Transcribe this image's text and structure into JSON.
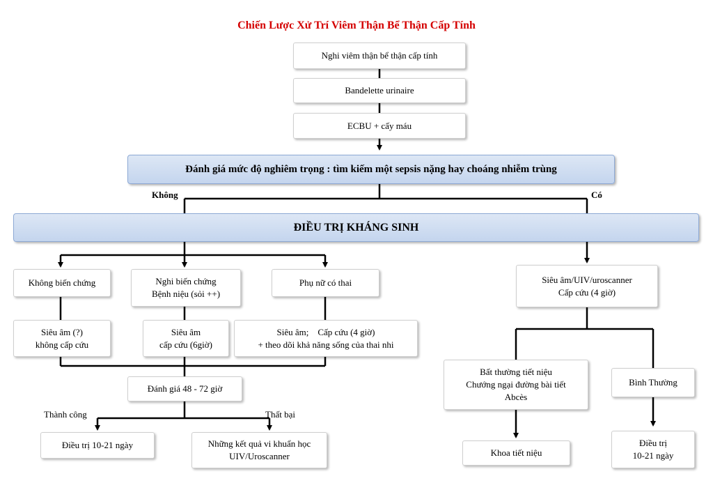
{
  "title": "Chiến Lược Xử Trí Viêm Thận Bể Thận Cấp Tính",
  "steps": {
    "suspect": "Nghi viêm thận bể thận cấp tính",
    "dipstick": "Bandelette urinaire",
    "ecbu": "ECBU + cấy máu"
  },
  "assessment": "Đánh giá mức độ nghiêm trọng : tìm kiếm một sepsis nặng hay choáng nhiễm trùng",
  "branch_no": "Không",
  "branch_yes": "Có",
  "antibiotic": "ĐIỀU TRỊ KHÁNG SINH",
  "left": {
    "no_complication": "Không biến chứng",
    "suspect_complication": [
      "Nghi biến chứng",
      "Bệnh niệu (sỏi ++)"
    ],
    "pregnant": "Phụ nữ có thai",
    "us_nonurgent": [
      "Siêu âm (?)",
      "không cấp cứu"
    ],
    "us_urgent": [
      "Siêu âm",
      "cấp cứu (6giờ)"
    ],
    "us_pregnant": [
      "Siêu âm;    Cấp cứu (4 giờ)",
      "+ theo dõi khả năng sống của thai nhi"
    ],
    "evaluate": "Đánh giá 48 - 72 giờ",
    "success_label": "Thành công",
    "failure_label": "Thất bại",
    "treat_success": "Điều trị 10-21 ngày",
    "treat_failure": [
      "Những kết quả vi khuẩn học",
      "UIV/Uroscanner"
    ]
  },
  "right": {
    "imaging": [
      "Siêu âm/UIV/uroscanner",
      "Cấp cứu (4 giờ)"
    ],
    "abnormal": [
      "Bất thường tiết niệu",
      "Chướng ngại đường bài tiết",
      "Abcès"
    ],
    "normal": "Bình Thường",
    "urology": "Khoa tiết niệu",
    "treat": [
      "Điều trị",
      "10-21 ngày"
    ]
  }
}
